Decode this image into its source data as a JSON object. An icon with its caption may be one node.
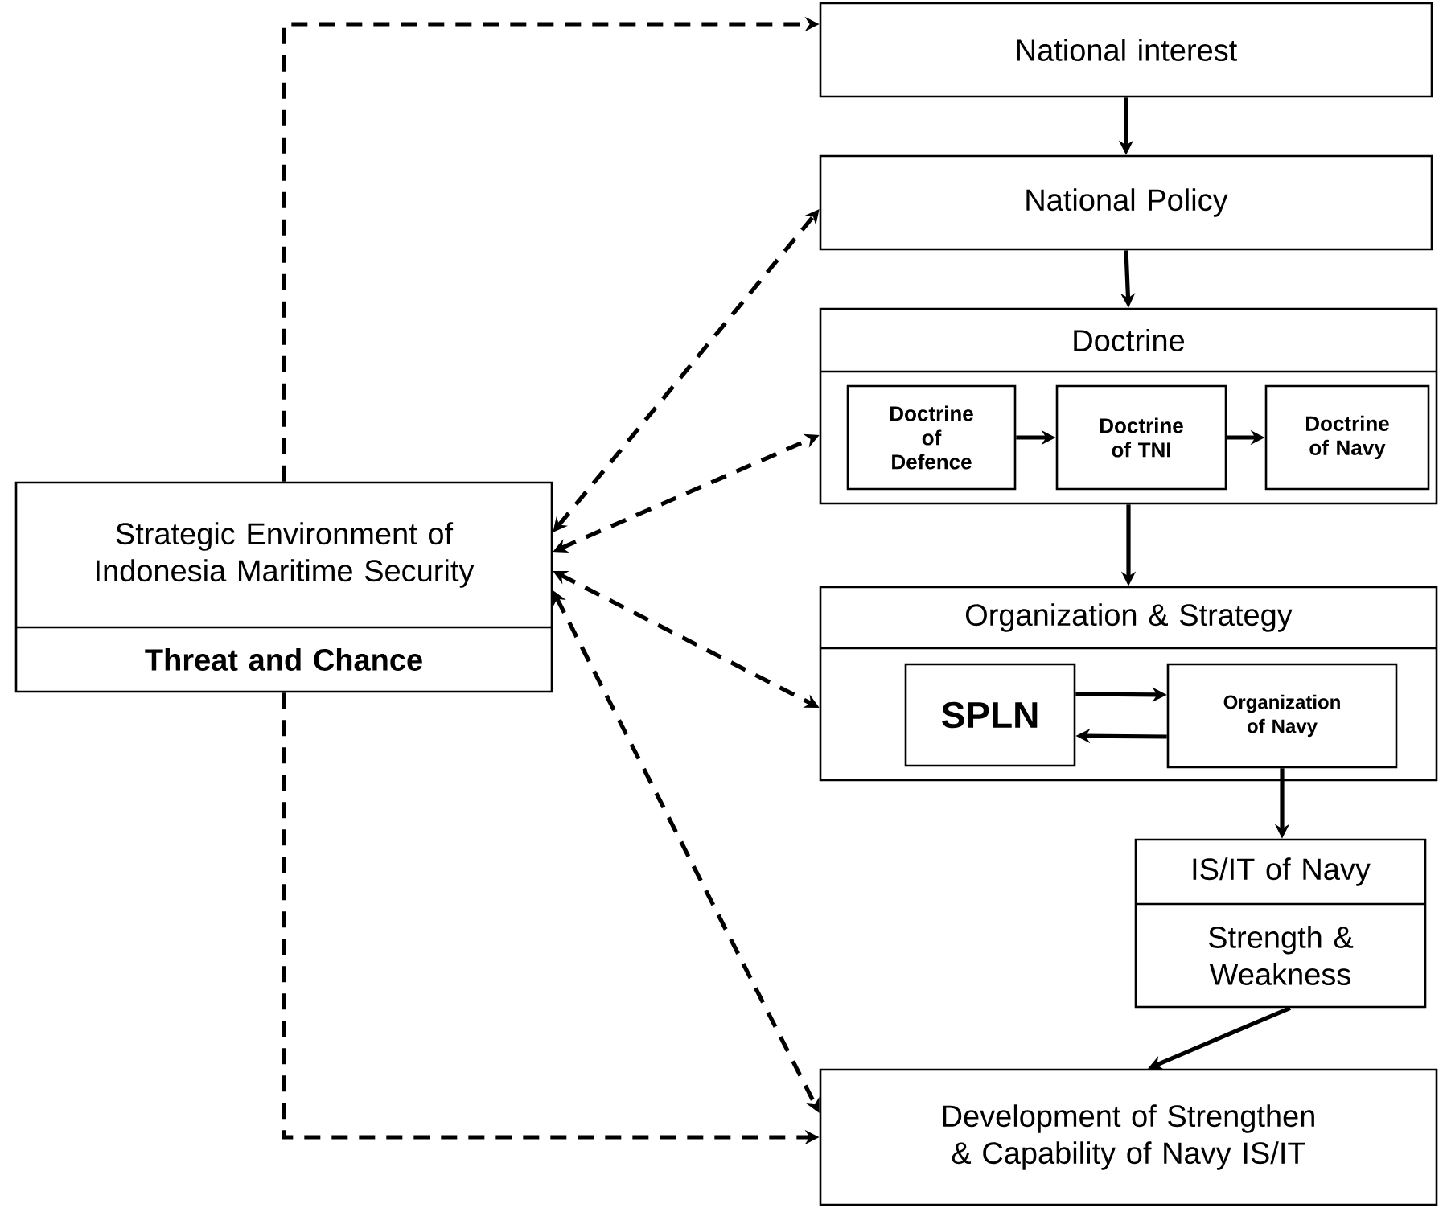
{
  "diagram": {
    "nodes": [
      {
        "text": [
          "Strategic Environment of Indonesia Maritime Security",
          "Threat and Chance"
        ]
      },
      {
        "text": [
          "National interest"
        ]
      },
      {
        "text": [
          "National Policy"
        ]
      },
      {
        "text": [
          "Doctrine"
        ]
      },
      {
        "text": [
          "Doctrine of Defence"
        ],
        "in": 3
      },
      {
        "text": [
          "Doctrine of TNI"
        ],
        "in": 3
      },
      {
        "text": [
          "Doctrine of Navy"
        ],
        "in": 3
      },
      {
        "text": [
          "Organization & Strategy"
        ]
      },
      {
        "text": [
          "SPLN"
        ],
        "in": 7
      },
      {
        "text": [
          "Organization of Navy"
        ],
        "in": 7
      },
      {
        "text": [
          "IS/IT of Navy",
          "Strength & Weakness"
        ]
      },
      {
        "text": [
          "Development of Strengthen & Capability of Navy IS/IT"
        ]
      }
    ],
    "edges": [
      {
        "from": 1,
        "to": 2,
        "arrow": "to"
      },
      {
        "from": 2,
        "to": 3,
        "arrow": "to"
      },
      {
        "from": 4,
        "to": 5,
        "arrow": "to"
      },
      {
        "from": 5,
        "to": 6,
        "arrow": "to"
      },
      {
        "from": 3,
        "to": 7,
        "arrow": "to"
      },
      {
        "from": 8,
        "to": 9,
        "arrow": "to"
      },
      {
        "from": 9,
        "to": 8,
        "arrow": "to"
      },
      {
        "from": 9,
        "to": 10,
        "arrow": "to"
      },
      {
        "from": 10,
        "to": 11,
        "arrow": "to"
      },
      {
        "from": 0,
        "to": 1,
        "arrow": "to",
        "style": "dashed"
      },
      {
        "from": 0,
        "to": 2,
        "arrow": "both",
        "style": "dashed"
      },
      {
        "from": 0,
        "to": 3,
        "arrow": "both",
        "style": "dashed"
      },
      {
        "from": 0,
        "to": 7,
        "arrow": "both",
        "style": "dashed"
      },
      {
        "from": 0,
        "to": 11,
        "arrow": "both",
        "style": "dashed"
      },
      {
        "from": 0,
        "to": 11,
        "arrow": "to",
        "style": "dashed"
      }
    ]
  }
}
